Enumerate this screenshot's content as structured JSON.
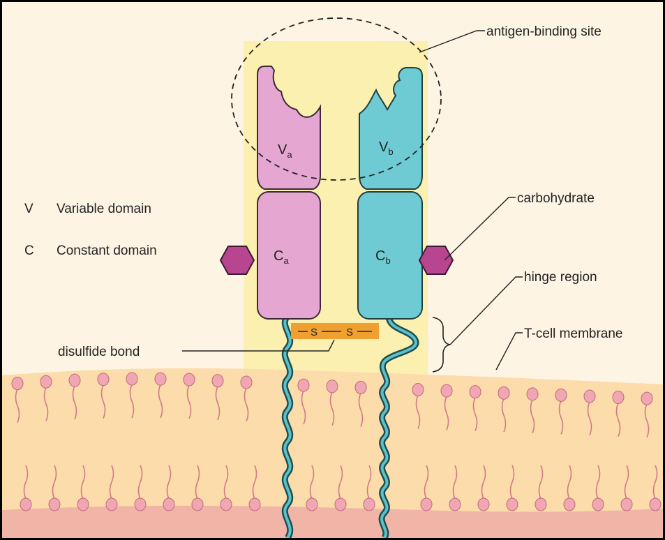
{
  "labels": {
    "antigen_binding_site": "antigen-binding site",
    "variable_domain": "Variable domain",
    "constant_domain": "Constant domain",
    "carbohydrate": "carbohydrate",
    "hinge_region": "hinge region",
    "t_cell_membrane": "T-cell membrane",
    "disulfide_bond": "disulfide bond"
  },
  "legend": {
    "v_key": "V",
    "c_key": "C"
  },
  "domains": {
    "va": {
      "main": "V",
      "sub": "a"
    },
    "vb": {
      "main": "V",
      "sub": "b"
    },
    "ca": {
      "main": "C",
      "sub": "a"
    },
    "cb": {
      "main": "C",
      "sub": "b"
    }
  },
  "bond": {
    "s_left": "S",
    "s_right": "S"
  },
  "colors": {
    "alpha_chain": "#e6a6d2",
    "beta_chain": "#6fcbd3",
    "highlight": "#fbf0b0",
    "carbohydrate": "#b8458f",
    "membrane": "#fbdcaa",
    "lipid_head": "#f1a6b3",
    "disulfide": "#f0a030",
    "tail": "#3d9aa0"
  }
}
